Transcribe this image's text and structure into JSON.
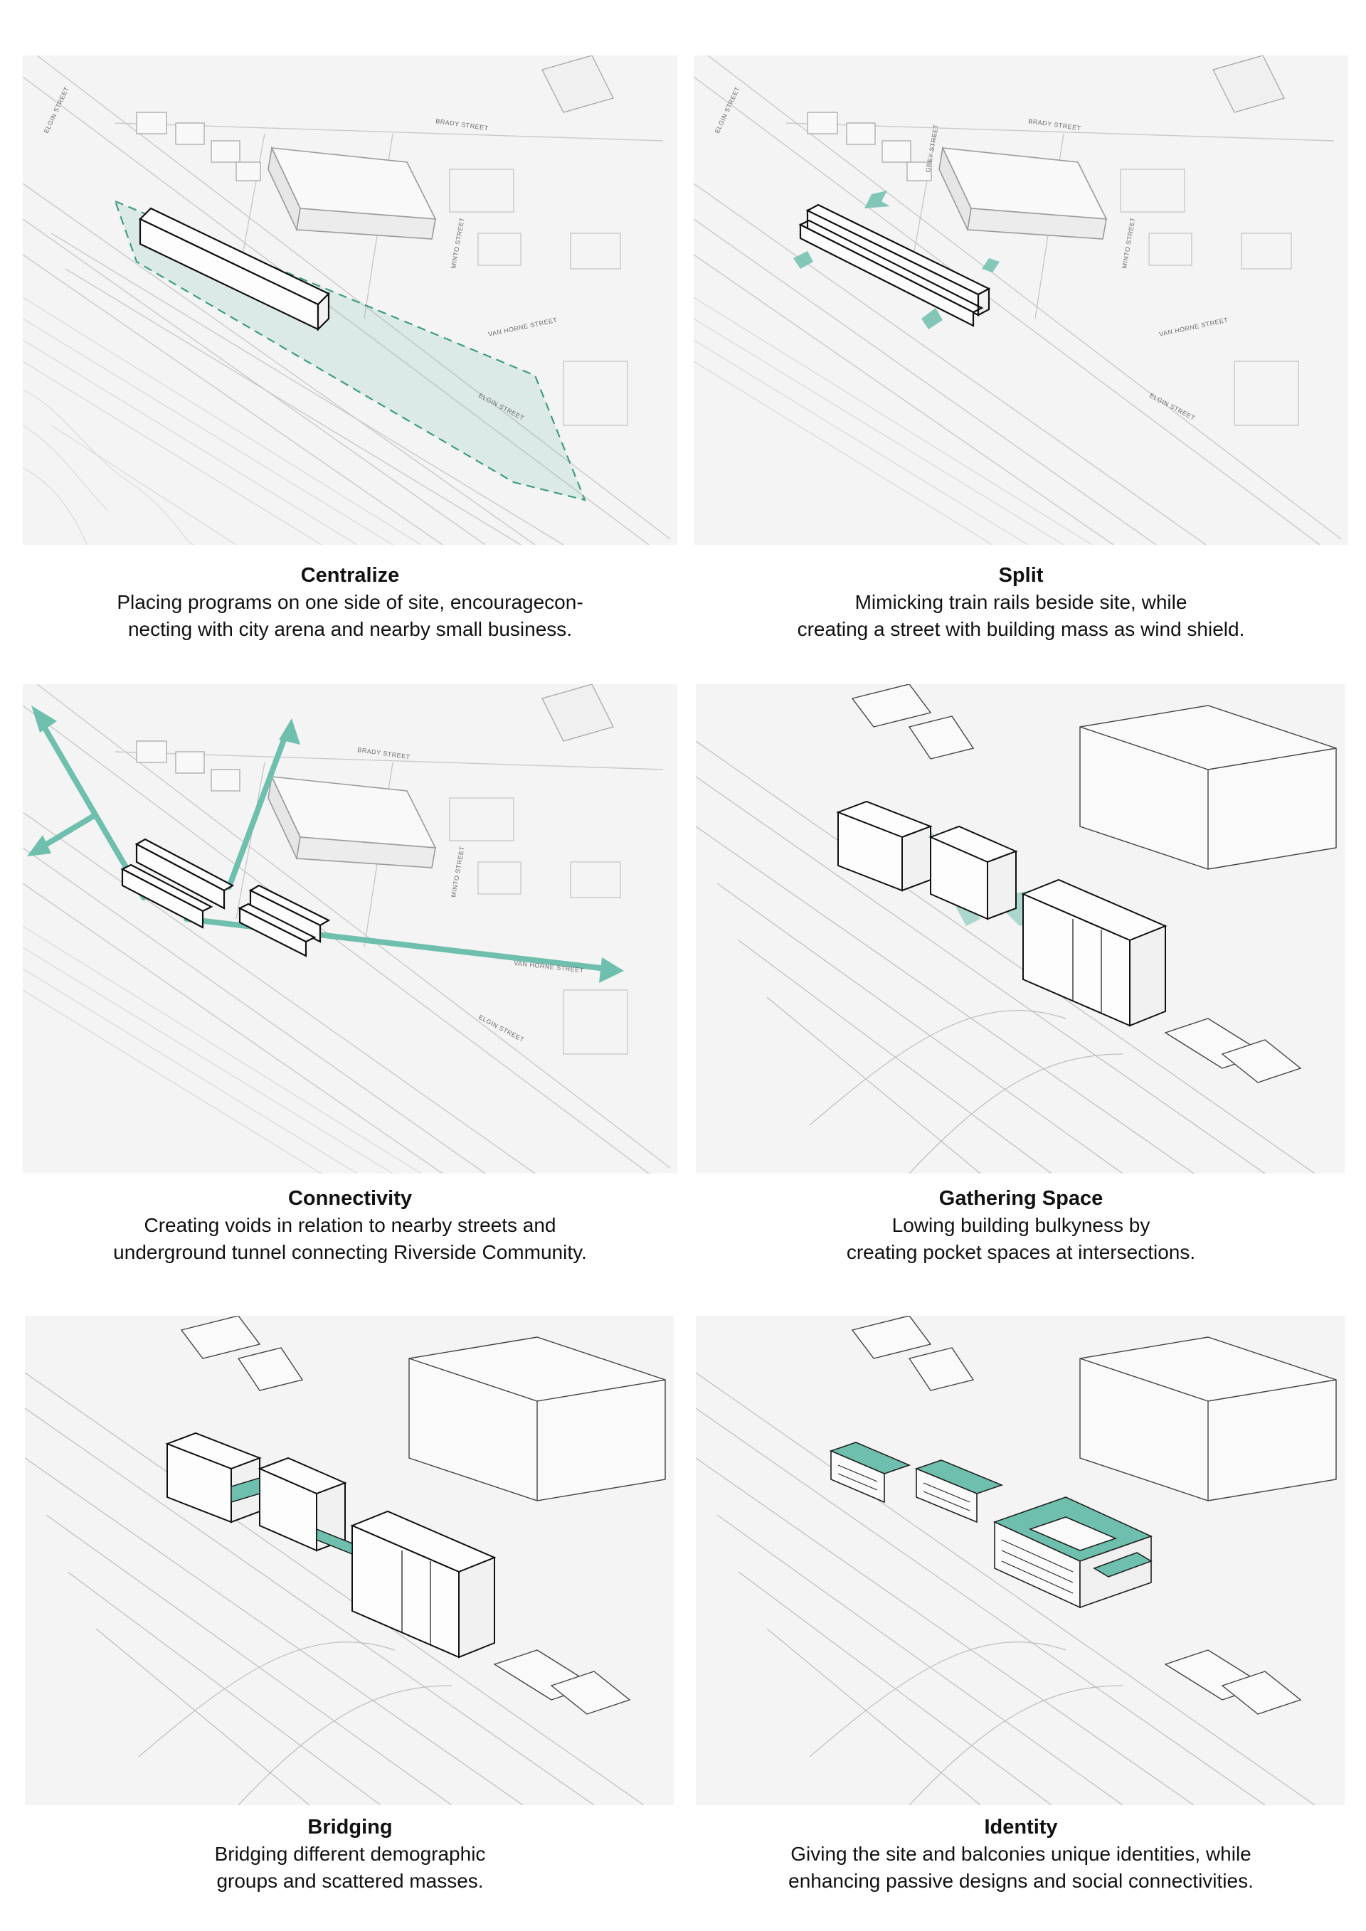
{
  "accent_color": "#6fbfae",
  "street_labels": {
    "elgin_street": "ELGIN STREET",
    "brady_street": "BRADY STREET",
    "minto_street": "MINTO STREET",
    "van_horne_street": "VAN HORNE STREET",
    "grey_street": "GREY STREET"
  },
  "panels": [
    {
      "title": "Centralize",
      "lines": [
        "Placing programs on one side of site, encouragecon-",
        "necting with city arena and nearby small business."
      ]
    },
    {
      "title": "Split",
      "lines": [
        "Mimicking train rails beside site, while",
        "creating a street with building mass as wind shield."
      ]
    },
    {
      "title": "Connectivity",
      "lines": [
        "Creating voids in relation to nearby streets and",
        "underground tunnel connecting Riverside Community."
      ]
    },
    {
      "title": "Gathering Space",
      "lines": [
        "Lowing building bulkyness by",
        "creating pocket spaces at intersections."
      ]
    },
    {
      "title": "Bridging",
      "lines": [
        "Bridging different demographic",
        "groups and scattered masses."
      ]
    },
    {
      "title": "Identity",
      "lines": [
        "Giving the site and balconies unique identities, while",
        "enhancing passive designs and social connectivities."
      ]
    }
  ]
}
